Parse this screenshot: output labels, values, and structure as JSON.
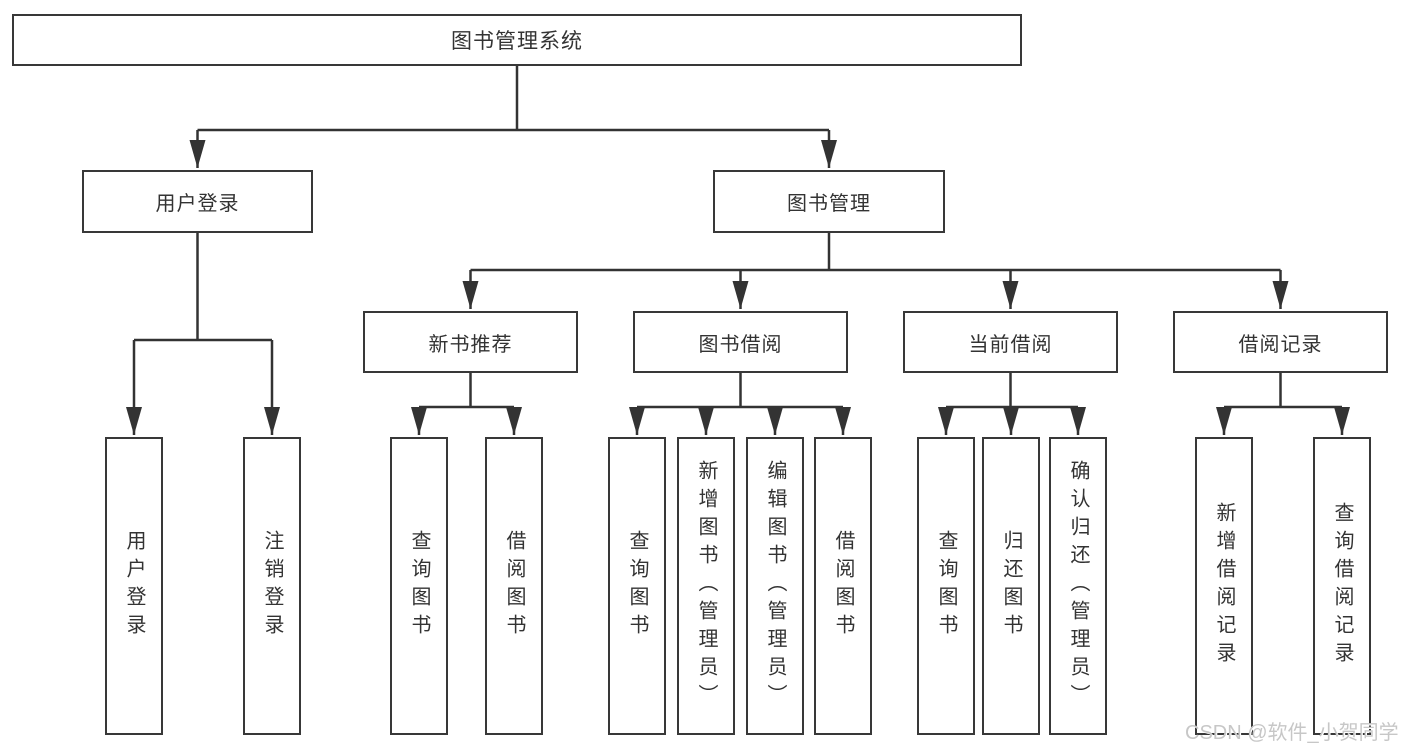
{
  "diagram": {
    "root": {
      "label": "图书管理系统"
    },
    "level2": [
      {
        "label": "用户登录"
      },
      {
        "label": "图书管理"
      }
    ],
    "level3": [
      {
        "label": "新书推荐"
      },
      {
        "label": "图书借阅"
      },
      {
        "label": "当前借阅"
      },
      {
        "label": "借阅记录"
      }
    ],
    "leaves": {
      "user_login": [
        "用户登录",
        "注销登录"
      ],
      "new_book": [
        "查询图书",
        "借阅图书"
      ],
      "book_borrow": [
        "查询图书",
        "新增图书（管理员）",
        "编辑图书（管理员）",
        "借阅图书"
      ],
      "current_borrow": [
        "查询图书",
        "归还图书",
        "确认归还（管理员）"
      ],
      "borrow_history": [
        "新增借阅记录",
        "查询借阅记录"
      ]
    },
    "line_color": "#333333",
    "text_color": "#333333",
    "box_background": "#ffffff"
  },
  "watermark": {
    "text": "CSDN @软件_小贺同学",
    "color": "#c7c7c7"
  }
}
